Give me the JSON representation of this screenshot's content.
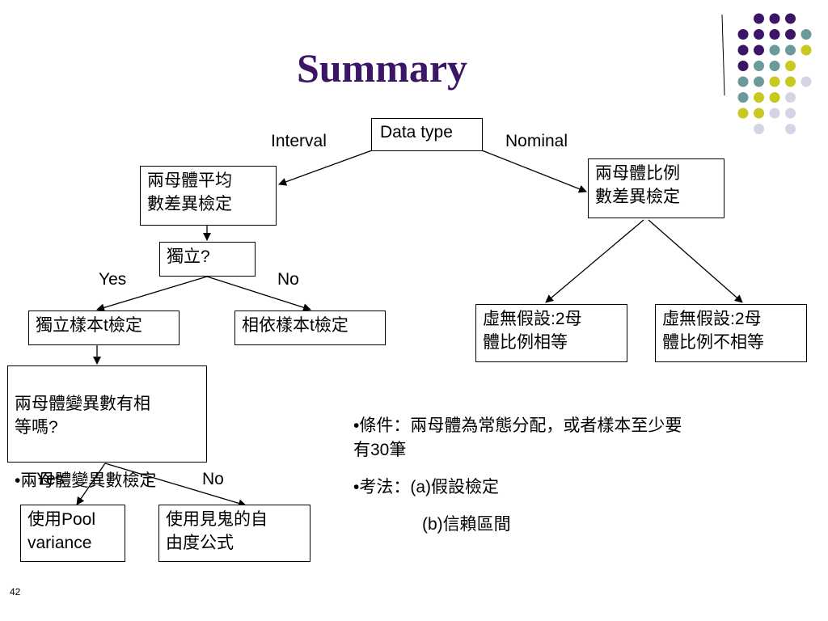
{
  "title": "Summary",
  "slide_number": "42",
  "boxes": {
    "data_type": "Data type",
    "mean_test": "兩母體平均\n數差異檢定",
    "proportion_test": "兩母體比例\n數差異檢定",
    "independent_q": "獨立?",
    "indep_t": "獨立樣本t檢定",
    "dep_t": "相依樣本t檢定",
    "variance_box_q": "兩母體變異數有相\n等嗎?",
    "variance_box_bullet": "•兩母體變異數檢定",
    "pool": "使用Pool\nvariance",
    "ghost": "使用見鬼的自\n由度公式",
    "h0_equal": "虛無假設:2母\n體比例相等",
    "h0_not_equal": "虛無假設:2母\n體比例不相等"
  },
  "labels": {
    "interval": "Interval",
    "nominal": "Nominal",
    "yes1": "Yes",
    "no1": "No",
    "yes2": "Yes",
    "no2": "No"
  },
  "notes": {
    "condition": "•條件：兩母體為常態分配，或者樣本至少要有30筆",
    "method": "•考法：(a)假設檢定",
    "method_b": "(b)信賴區間"
  },
  "colors": {
    "title": "#3d1566",
    "dot_purple": "#3d1566",
    "dot_teal": "#6b9a9a",
    "dot_yellow": "#c8c820",
    "dot_lavender": "#d5d4e6"
  }
}
